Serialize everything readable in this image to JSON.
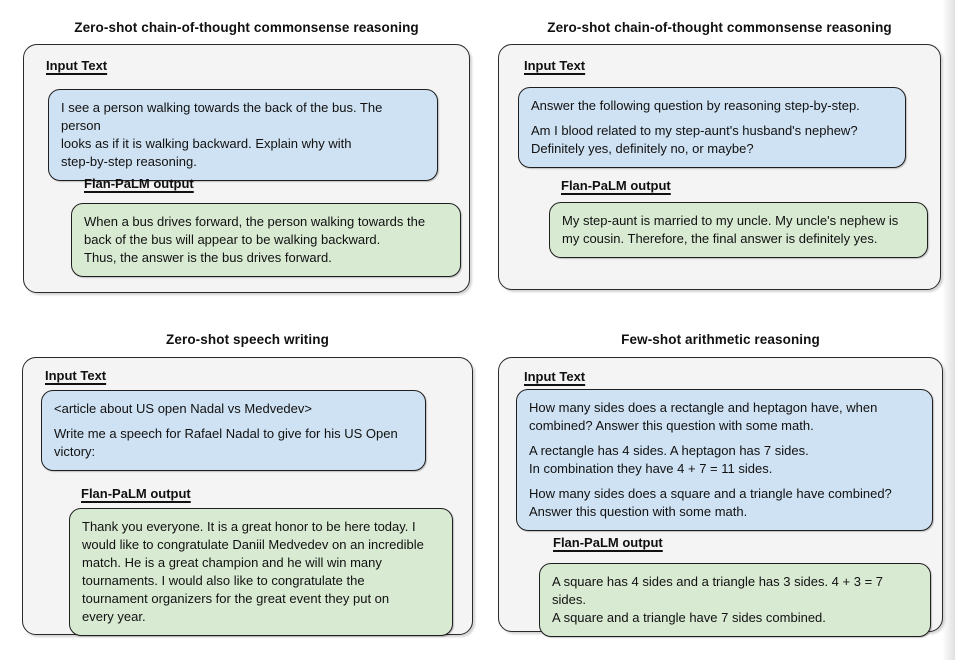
{
  "colors": {
    "page_bg": "#ffffff",
    "panel_bg": "#f4f4f4",
    "panel_border": "#2a2a2a",
    "input_bubble_bg": "#cfe2f3",
    "output_bubble_bg": "#d9ead3",
    "bubble_border": "#1f1f1f",
    "text": "#111111"
  },
  "labels": {
    "input": "Input Text",
    "output": "Flan-PaLM output"
  },
  "panels": [
    {
      "title": "Zero-shot chain-of-thought commonsense reasoning",
      "input": [
        "I see a person walking towards the back of the bus. The person\nlooks as if it is walking backward. Explain why with\nstep-by-step reasoning."
      ],
      "output": [
        "When a bus drives forward, the person walking towards the\nback of the bus will appear to be walking backward.\nThus, the answer is the bus drives forward."
      ]
    },
    {
      "title": "Zero-shot chain-of-thought commonsense reasoning",
      "input": [
        "Answer the following question by reasoning step-by-step.",
        "Am I blood related to my step-aunt's husband's nephew?\nDefinitely yes, definitely no, or maybe?"
      ],
      "output": [
        "My step-aunt is married to my uncle. My uncle's nephew is\nmy cousin. Therefore, the final answer is definitely yes."
      ]
    },
    {
      "title": "Zero-shot speech writing",
      "input": [
        "<article about US open Nadal vs Medvedev>",
        "Write me a speech for Rafael Nadal to give for his US Open\nvictory:"
      ],
      "output": [
        "Thank you everyone. It is a great honor to be here today. I\nwould like to congratulate Daniil Medvedev on an incredible\nmatch. He is a great champion and he will win many\ntournaments. I would also like to congratulate the\ntournament organizers for the great event they put on\nevery year."
      ]
    },
    {
      "title": "Few-shot arithmetic reasoning",
      "input": [
        "How many sides does a rectangle and heptagon have, when\ncombined? Answer this question with some math.",
        "A rectangle has 4 sides. A heptagon has 7 sides.\nIn combination they have 4 + 7 = 11 sides.",
        "How many sides does a square and a triangle have combined?\nAnswer this question with some math."
      ],
      "output": [
        "A square has 4 sides and a triangle has 3 sides. 4 + 3 = 7 sides.\nA square and a triangle have 7 sides combined."
      ]
    }
  ]
}
